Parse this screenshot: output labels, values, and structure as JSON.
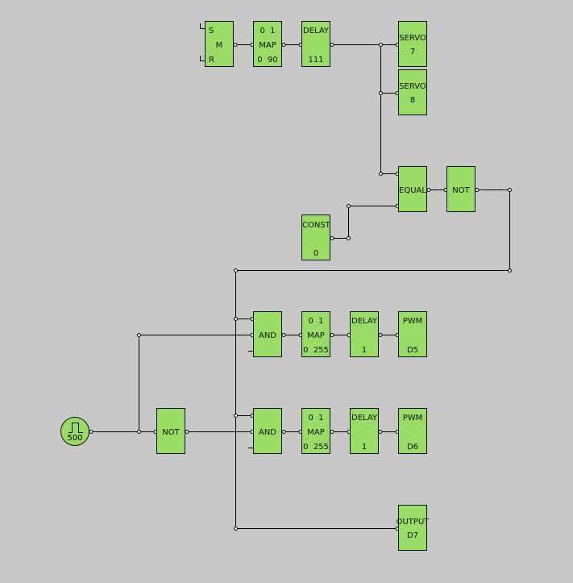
{
  "colors": {
    "background": "#c8c8c8",
    "block": "#99dd66",
    "wire": "#000000"
  },
  "blocks": {
    "smr": {
      "s": "S",
      "m": "M",
      "r": "R"
    },
    "map_servo": {
      "top": "0  1",
      "label": "MAP",
      "bottom": "0  90"
    },
    "delay_servo": {
      "label": "DELAY",
      "value": "111"
    },
    "servo7": {
      "label": "SERVO",
      "pin": "7"
    },
    "servo8": {
      "label": "SERVO",
      "pin": "8"
    },
    "equal": {
      "label": "EQUAL"
    },
    "not_top": {
      "label": "NOT"
    },
    "const": {
      "label": "CONST",
      "value": "0"
    },
    "and1": {
      "label": "AND"
    },
    "map1": {
      "top": "0  1",
      "label": "MAP",
      "bottom": "0  255"
    },
    "delay1": {
      "label": "DELAY",
      "value": "1"
    },
    "pwm_d5": {
      "label": "PWM",
      "pin": "D5"
    },
    "and2": {
      "label": "AND"
    },
    "map2": {
      "top": "0  1",
      "label": "MAP",
      "bottom": "0  255"
    },
    "delay2": {
      "label": "DELAY",
      "value": "1"
    },
    "pwm_d6": {
      "label": "PWM",
      "pin": "D6"
    },
    "not_bottom": {
      "label": "NOT"
    },
    "output_d7": {
      "label": "OUTPUT",
      "pin": "D7"
    },
    "pulse": {
      "value": "500"
    }
  }
}
